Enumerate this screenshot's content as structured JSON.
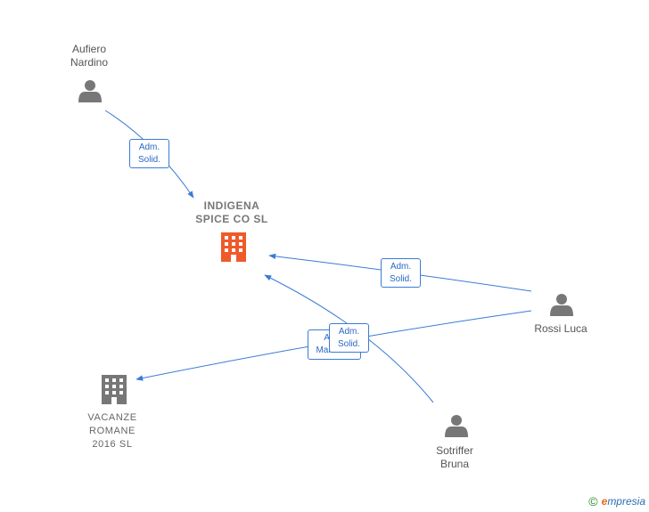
{
  "nodes": {
    "aufiero": {
      "label": "Aufiero\nNardino",
      "kind": "person"
    },
    "indigena": {
      "label": "INDIGENA\nSPICE CO  SL",
      "kind": "company-main"
    },
    "rossi": {
      "label": "Rossi Luca",
      "kind": "person"
    },
    "vacanze": {
      "label": "VACANZE\nROMANE\n2016  SL",
      "kind": "company"
    },
    "sotriffer": {
      "label": "Sotriffer\nBruna",
      "kind": "person"
    }
  },
  "edges": [
    {
      "from": "Aufiero Nardino",
      "to": "INDIGENA SPICE CO SL",
      "line1": "Adm.",
      "line2": "Solid."
    },
    {
      "from": "Rossi Luca",
      "to": "INDIGENA SPICE CO SL",
      "line1": "Adm.",
      "line2": "Solid."
    },
    {
      "from": "Rossi Luca",
      "to": "VACANZE ROMANE 2016 SL",
      "line1": "Adm.",
      "line2": "Mancom."
    },
    {
      "from": "Sotriffer Bruna",
      "to": "INDIGENA SPICE CO SL",
      "line1": "Adm.",
      "line2": "Solid."
    }
  ],
  "colors": {
    "edge": "#3a7bd5",
    "person": "#777777",
    "company_main": "#ef5a2a",
    "company": "#777777"
  },
  "watermark": {
    "symbol": "©",
    "brand_initial": "e",
    "brand_rest": "mpresia"
  }
}
